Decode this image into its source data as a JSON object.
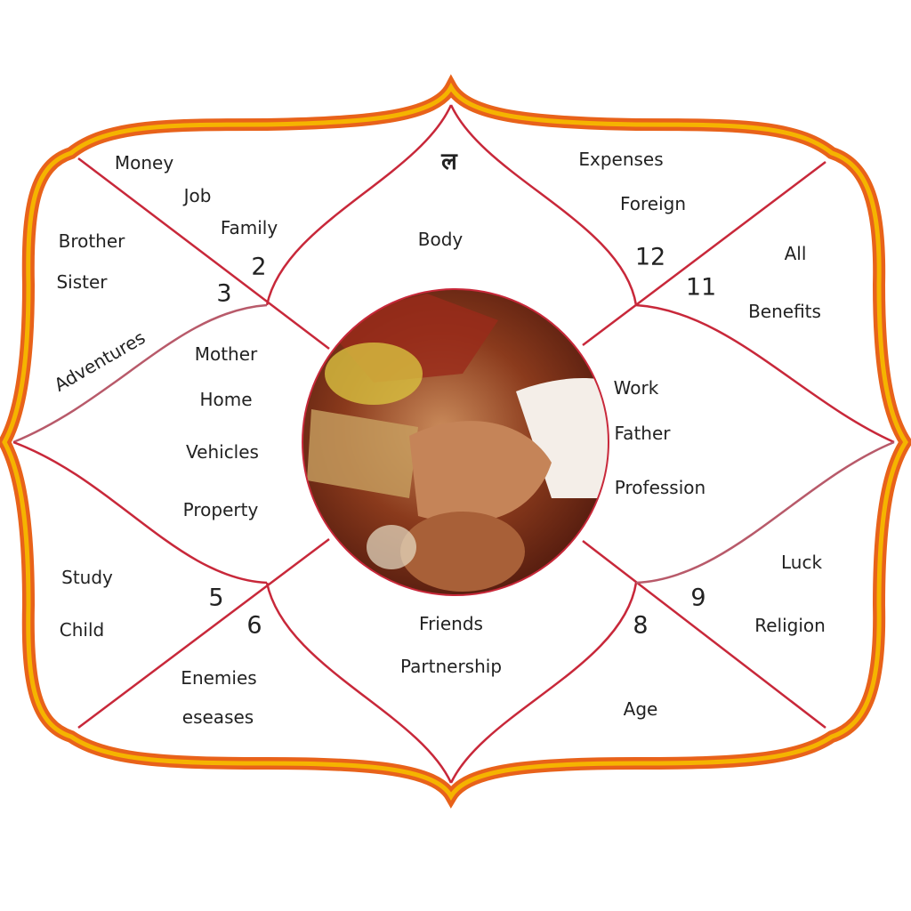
{
  "houses": {
    "h1": {
      "symbol": "ल",
      "labels": [
        "Body"
      ]
    },
    "h2": {
      "number": "2",
      "labels": [
        "Money",
        "Job",
        "Family"
      ]
    },
    "h3": {
      "number": "3",
      "labels": [
        "Brother",
        "Sister",
        "Adventures"
      ]
    },
    "h4": {
      "labels": [
        "Mother",
        "Home",
        "Vehicles",
        "Property"
      ]
    },
    "h5": {
      "number": "5",
      "labels": [
        "Study",
        "Child"
      ]
    },
    "h6": {
      "number": "6",
      "labels": [
        "Enemies",
        "eseases"
      ]
    },
    "h7": {
      "labels": [
        "Friends",
        "Partnership"
      ]
    },
    "h8": {
      "number": "8",
      "labels": [
        "Age"
      ]
    },
    "h9": {
      "number": "9",
      "labels": [
        "Luck",
        "Religion"
      ]
    },
    "h10": {
      "labels": [
        "Work",
        "Father",
        "Profession"
      ]
    },
    "h11": {
      "number": "11",
      "labels": [
        "All",
        "Benefits"
      ]
    },
    "h12": {
      "number": "12",
      "labels": [
        "Expenses",
        "Foreign"
      ]
    }
  },
  "colors": {
    "frame_outer": "#e8621a",
    "frame_inner": "#f5b400",
    "lines": "#c8283a"
  }
}
